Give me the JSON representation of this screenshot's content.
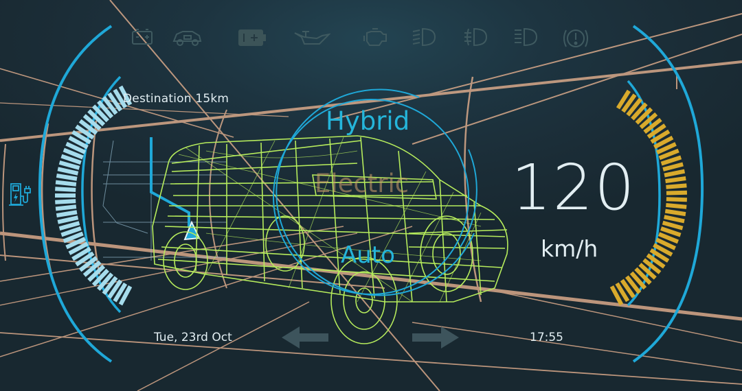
{
  "dashboard": {
    "destination": "Destination 15km",
    "date": "Tue, 23rd Oct",
    "time": "17:55",
    "speed": {
      "value": "120",
      "unit": "km/h"
    },
    "drive_modes": {
      "hybrid": "Hybrid",
      "electric": "Electric",
      "auto": "Auto"
    },
    "warning_icons": [
      "battery-icon",
      "car-service-icon",
      "ev-battery-icon",
      "oil-pressure-icon",
      "check-engine-icon",
      "low-beam-icon",
      "fog-light-icon",
      "high-beam-icon",
      "brake-warning-icon"
    ],
    "nav_arrows": [
      "arrow-left-icon",
      "arrow-right-icon"
    ],
    "side_icon": "charging-station-icon",
    "gauges": {
      "left": {
        "name": "battery-charge-gauge",
        "color": "#a6dcec",
        "segments": 41
      },
      "right": {
        "name": "power-gauge",
        "color": "#d9aa2c",
        "segments": 37
      }
    }
  },
  "colors": {
    "background": "#1c303a",
    "accent_blue": "#1fa8d8",
    "wireframe_green": "#b6ec5c",
    "grid_orange": "#d9a98a",
    "gauge_left": "#a6dcec",
    "gauge_right": "#d9aa2c",
    "text": "#e2eef2"
  }
}
